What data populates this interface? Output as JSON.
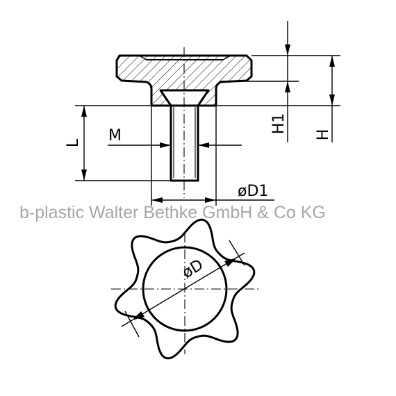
{
  "labels": {
    "M": "M",
    "L": "L",
    "H1": "H1",
    "H": "H",
    "D1": "øD1",
    "D": "øD"
  },
  "watermark": "b-plastic Walter Bethke GmbH & Co KG",
  "colors": {
    "line": "#000000",
    "watermark": "#a6a6a6",
    "background": "#ffffff"
  }
}
